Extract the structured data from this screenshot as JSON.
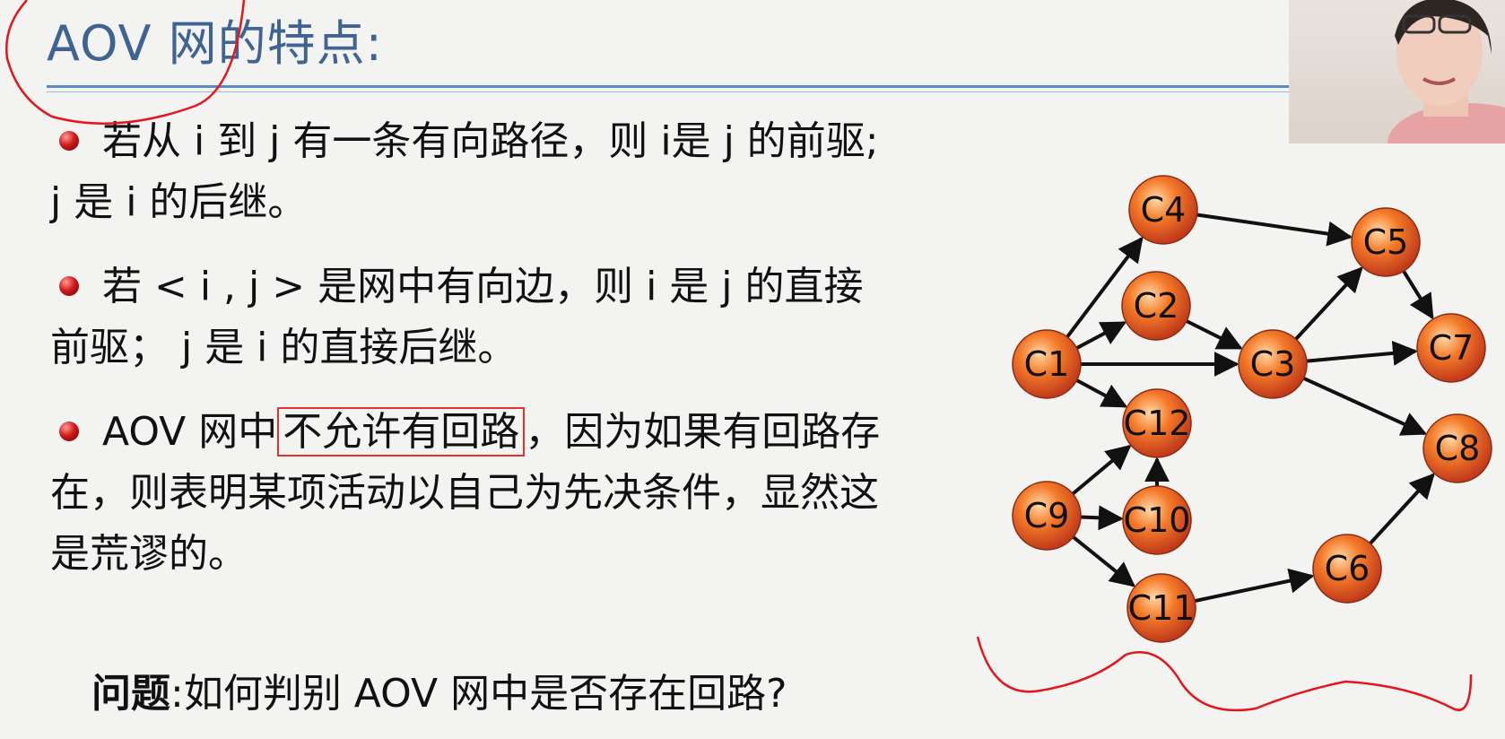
{
  "slide": {
    "title": "AOV 网的特点:",
    "bullets": [
      {
        "line1": "若从 i 到 j 有一条有向路径，则 i是 j 的前驱;",
        "line2": "j 是 i 的后继。"
      },
      {
        "line1": "若 < i , j > 是网中有向边，则 i 是 j 的直接",
        "line2": "前驱； j 是 i 的直接后继。"
      },
      {
        "pre": "AOV 网中",
        "highlight": "不允许有回路",
        "post": "，因为如果有回路存",
        "line2": "在，则表明某项活动以自己为先决条件，显然这",
        "line3": "是荒谬的。"
      }
    ],
    "question_label": "问题",
    "question_text": ":如何判别 AOV 网中是否存在回路?"
  },
  "graph": {
    "nodes": [
      "C1",
      "C2",
      "C3",
      "C4",
      "C5",
      "C6",
      "C7",
      "C8",
      "C9",
      "C10",
      "C11",
      "C12"
    ],
    "edges": [
      [
        "C1",
        "C4"
      ],
      [
        "C1",
        "C2"
      ],
      [
        "C1",
        "C3"
      ],
      [
        "C1",
        "C12"
      ],
      [
        "C2",
        "C3"
      ],
      [
        "C4",
        "C5"
      ],
      [
        "C3",
        "C5"
      ],
      [
        "C3",
        "C7"
      ],
      [
        "C3",
        "C8"
      ],
      [
        "C5",
        "C7"
      ],
      [
        "C9",
        "C12"
      ],
      [
        "C9",
        "C10"
      ],
      [
        "C9",
        "C11"
      ],
      [
        "C10",
        "C12"
      ],
      [
        "C11",
        "C6"
      ],
      [
        "C6",
        "C8"
      ]
    ],
    "node_color": "#f47a28",
    "edge_color": "#111111"
  },
  "colors": {
    "title": "#3f6393",
    "highlight_box": "#e0352f",
    "annotation": "#e4161b"
  }
}
